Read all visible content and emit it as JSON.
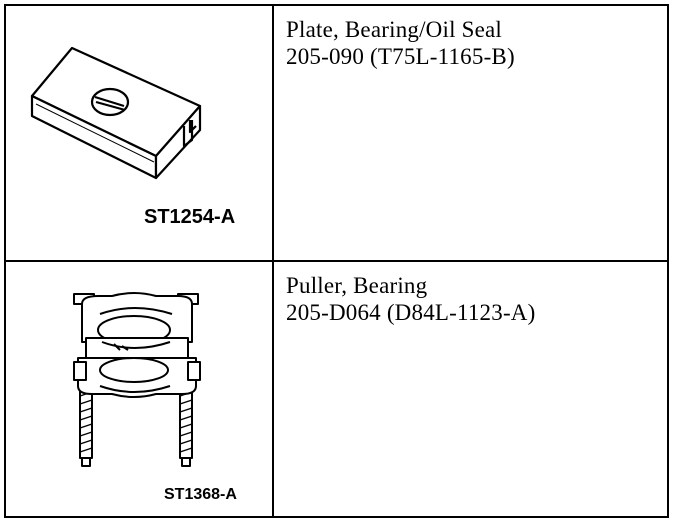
{
  "tools": [
    {
      "code": "ST1254-A",
      "name": "Plate, Bearing/Oil Seal",
      "number": "205-090 (T75L-1165-B)",
      "icon": "bearing-oil-seal-plate-illustration"
    },
    {
      "code": "ST1368-A",
      "name": "Puller, Bearing",
      "number": "205-D064 (D84L-1123-A)",
      "icon": "bearing-puller-illustration"
    }
  ]
}
